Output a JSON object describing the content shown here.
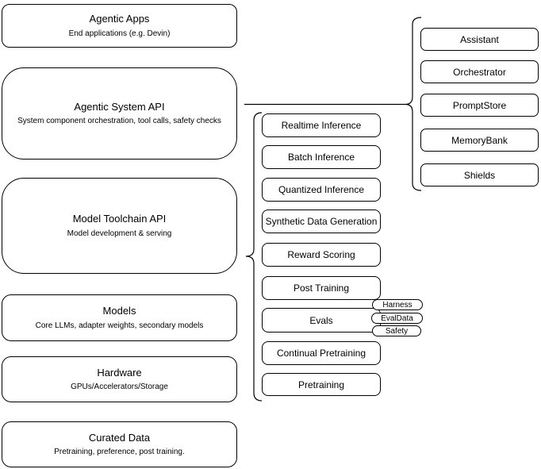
{
  "left_stack": {
    "agentic_apps": {
      "title": "Agentic Apps",
      "subtitle": "End applications (e.g. Devin)"
    },
    "agentic_system_api": {
      "title": "Agentic System API",
      "subtitle": "System component orchestration, tool calls, safety checks"
    },
    "model_toolchain_api": {
      "title": "Model Toolchain API",
      "subtitle": "Model development & serving"
    },
    "models": {
      "title": "Models",
      "subtitle": "Core LLMs, adapter weights, secondary models"
    },
    "hardware": {
      "title": "Hardware",
      "subtitle": "GPUs/Accelerators/Storage"
    },
    "curated_data": {
      "title": "Curated Data",
      "subtitle": "Pretraining, preference, post training."
    }
  },
  "toolchain_items": [
    "Realtime Inference",
    "Batch Inference",
    "Quantized Inference",
    "Synthetic Data Generation",
    "Reward Scoring",
    "Post Training",
    "Evals",
    "Continual Pretraining",
    "Pretraining"
  ],
  "eval_tags": [
    "Harness",
    "EvalData",
    "Safety"
  ],
  "system_components": [
    "Assistant",
    "Orchestrator",
    "PromptStore",
    "MemoryBank",
    "Shields"
  ],
  "colors": {
    "stroke": "#000000",
    "fill": "#ffffff",
    "text": "#000000"
  }
}
